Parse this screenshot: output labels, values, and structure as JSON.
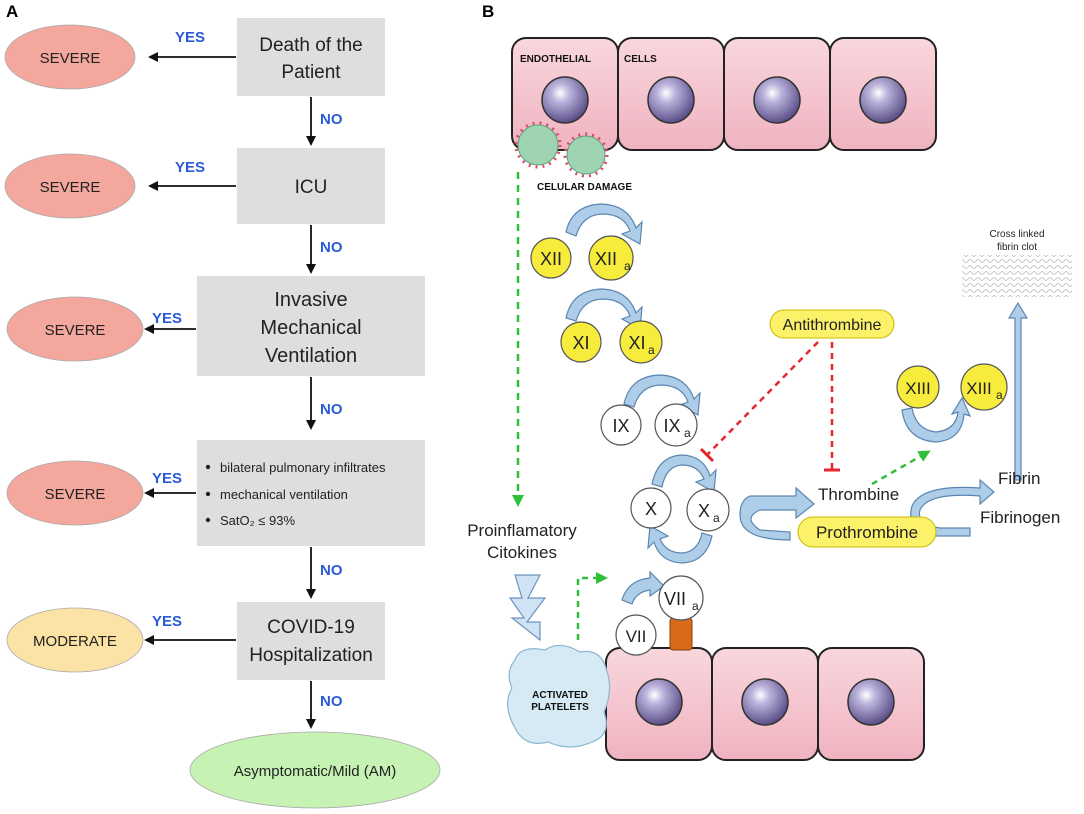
{
  "panel_a": {
    "letter": "A",
    "yes_label": "YES",
    "no_label": "NO",
    "boxes": [
      {
        "lines": [
          "Death of the",
          "Patient"
        ]
      },
      {
        "lines": [
          "ICU"
        ]
      },
      {
        "lines": [
          "Invasive",
          "Mechanical",
          "Ventilation"
        ]
      },
      {
        "bullets": [
          "bilateral pulmonary infiltrates",
          "mechanical ventilation",
          "SatO₂ ≤ 93%"
        ]
      },
      {
        "lines": [
          "COVID-19",
          "Hospitalization"
        ]
      }
    ],
    "outcomes": [
      {
        "label": "SEVERE",
        "color": "#f4a79c"
      },
      {
        "label": "SEVERE",
        "color": "#f4a79c"
      },
      {
        "label": "SEVERE",
        "color": "#f4a79c"
      },
      {
        "label": "SEVERE",
        "color": "#f4a79c"
      },
      {
        "label": "MODERATE",
        "color": "#fbe3a6"
      }
    ],
    "final_outcome": {
      "label": "Asymptomatic/Mild (AM)",
      "color": "#c6f2b4"
    }
  },
  "panel_b": {
    "letter": "B",
    "endothelial_label": "ENDOTHELIAL",
    "cells_label": "CELLS",
    "cellular_damage": "CELULAR DAMAGE",
    "cytokines": [
      "Proinflamatory",
      "Citokines"
    ],
    "platelets": [
      "ACTIVATED",
      "PLATELETS"
    ],
    "factors": {
      "xii": "XII",
      "xiia": "XII",
      "xi": "XI",
      "xia": "XI",
      "ix": "IX",
      "ixa": "IX",
      "x": "X",
      "xa": "X",
      "vii": "VII",
      "viia": "VII",
      "xiii": "XIII",
      "xiiia": "XIII",
      "sub": "a"
    },
    "antithrombine": "Antithrombine",
    "thrombine": "Thrombine",
    "prothrombine": "Prothrombine",
    "fibrin": "Fibrin",
    "fibrinogen": "Fibrinogen",
    "fibrin_clot": [
      "Cross linked",
      "fibrin clot"
    ],
    "colors": {
      "cell": "#f5c6cf",
      "nucleus": "#7c6fa6",
      "factor_active": "#f7ec3b",
      "pill": "#fbf26a",
      "arrow_blue": "#aecde9",
      "green_dash": "#2fbf3a",
      "red_dash": "#e8262a",
      "tissue_factor": "#d86a1a"
    }
  }
}
